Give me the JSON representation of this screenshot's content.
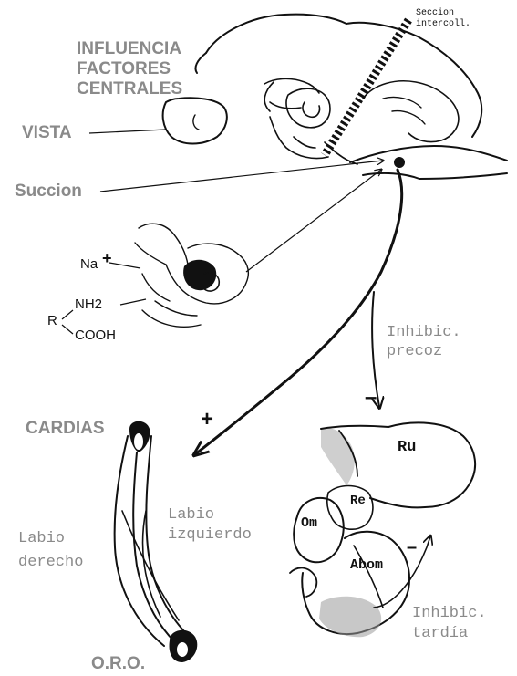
{
  "labels": {
    "influencia_line1": "INFLUENCIA",
    "influencia_line2": "FACTORES",
    "influencia_line3": "CENTRALES",
    "seccion_line1": "Seccion",
    "seccion_line2": "intercoll.",
    "vista": "VISTA",
    "succion": "Succion",
    "na": "Na",
    "plus_na": "+",
    "r": "R",
    "nh2": "NH2",
    "cooh": "COOH",
    "inhib_precoz_line1": "Inhibic.",
    "inhib_precoz_line2": "precoz",
    "plus_sign": "+",
    "minus_sign": "–",
    "cardias": "CARDIAS",
    "labio_izq_line1": "Labio",
    "labio_izq_line2": "izquierdo",
    "labio_der_line1": "Labio",
    "labio_der_line2": "derecho",
    "ru": "Ru",
    "re": "Re",
    "om": "Om",
    "abom": "Abom",
    "minus_abom": "–",
    "inhib_tardia_line1": "Inhibic.",
    "inhib_tardia_line2": "tardía",
    "oro": "O.R.O."
  },
  "colors": {
    "ink": "#111111",
    "label_grey": "#8a8a8a",
    "background": "#ffffff"
  }
}
